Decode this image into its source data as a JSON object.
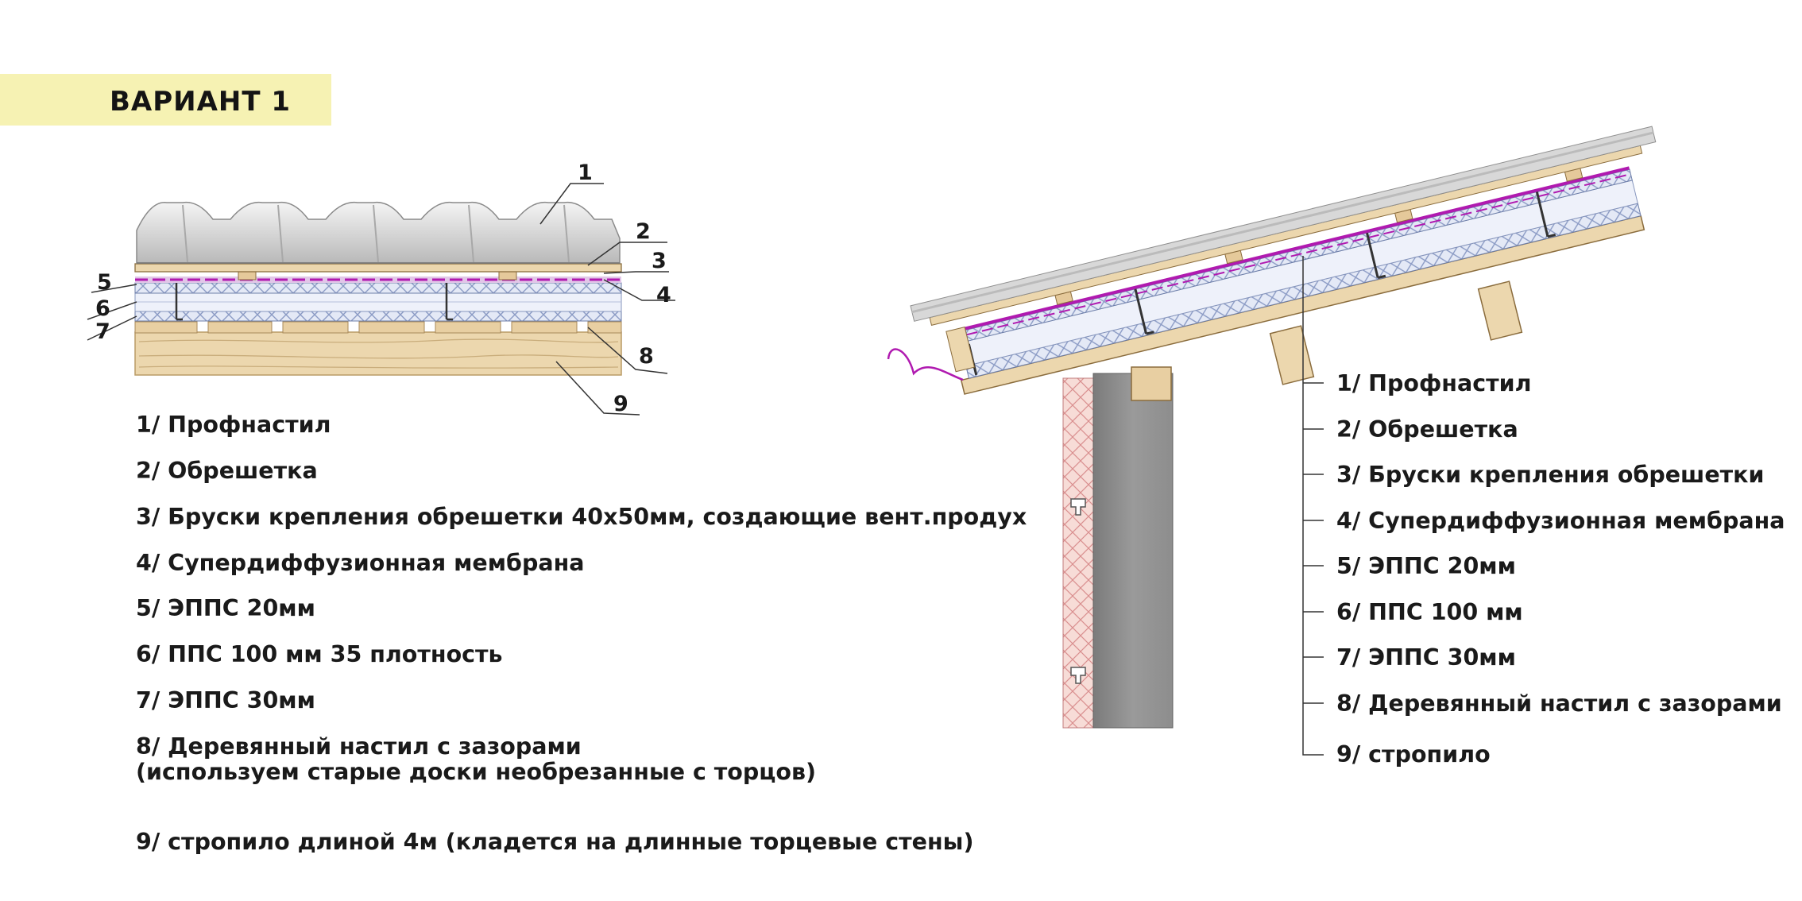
{
  "title": "ВАРИАНТ 1",
  "callouts": [
    "1",
    "2",
    "3",
    "4",
    "5",
    "6",
    "7",
    "8",
    "9"
  ],
  "legend_left": [
    "1/ Профнастил",
    "2/ Обрешетка",
    "3/ Бруски крепления обрешетки 40х50мм, создающие вент.продух",
    "4/ Супердиффузионная мембрана",
    "5/ ЭППС 20мм",
    "6/ ППС 100 мм 35 плотность",
    "7/ ЭППС 30мм",
    "8/ Деревянный настил с зазорами",
    "(используем старые доски необрезанные с торцов)",
    "9/ стропило длиной 4м (кладется на длинные торцевые стены)"
  ],
  "legend_right": [
    "1/ Профнастил",
    "2/ Обрешетка",
    "3/ Бруски крепления обрешетки",
    "4/ Супердиффузионная мембрана",
    "5/ ЭППС 20мм",
    "6/ ППС 100 мм",
    "7/ ЭППС 30мм",
    "8/ Деревянный настил с зазорами",
    "9/ стропило"
  ],
  "colors": {
    "title_bg": "#f6f2b3",
    "wood": "#ecd7ae",
    "membrane": "#b01ab0",
    "insulation": "#e2e7f5",
    "wall_insulation": "#f6d9d4",
    "wall": "#8a8a8a",
    "sheet": "#d6d6d6"
  }
}
